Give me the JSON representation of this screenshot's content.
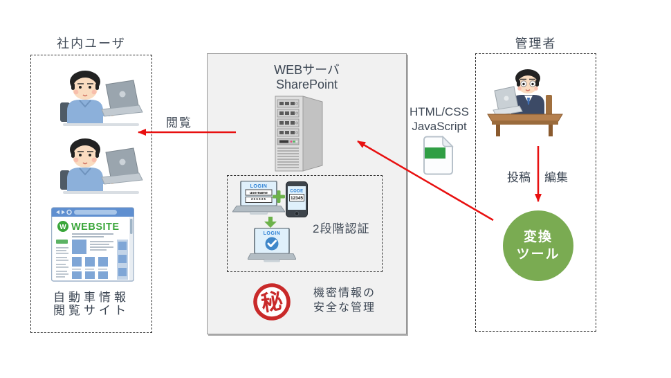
{
  "left_panel": {
    "title": "社内ユーザ",
    "caption": [
      "自動車情報",
      "閲覧サイト"
    ],
    "website": {
      "logo_letter": "W",
      "logo_text": "WEBSITE"
    }
  },
  "center_panel": {
    "title": [
      "WEBサーバ",
      "SharePoint"
    ],
    "two_factor": {
      "label": "2段階認証",
      "login_screen": {
        "title": "LOGIN",
        "username": "username",
        "password": "******"
      },
      "phone": {
        "title": "CODE",
        "code": "12345"
      },
      "verified_screen": {
        "title": "LOGIN"
      }
    },
    "security": {
      "stamp": "秘",
      "caption": [
        "機密情報の",
        "安全な管理"
      ]
    }
  },
  "right_panel": {
    "title": "管理者",
    "post_label": "投稿",
    "edit_label": "編集",
    "tool": [
      "変換",
      "ツール"
    ]
  },
  "connections": {
    "view_label": "閲覧",
    "file_label": [
      "HTML/CSS",
      "JavaScript"
    ]
  },
  "colors": {
    "arrow_red": "#e81010",
    "tool_green": "#7aab52",
    "accent_green": "#6db24b",
    "file_green": "#2f9e44",
    "stamp_red": "#c92a2a",
    "website_green": "#3aa63a",
    "panel_gray": "#f1f1f1",
    "login_blue": "#2a7fd4"
  }
}
